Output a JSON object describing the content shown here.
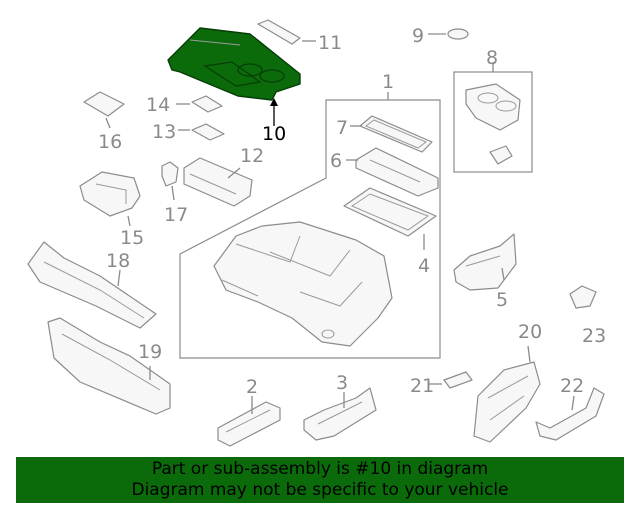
{
  "colors": {
    "highlight": "#0b6b0b",
    "line": "#8c8c8c",
    "callout_text": "#8a8a8a"
  },
  "callouts": {
    "c1": "1",
    "c2": "2",
    "c3": "3",
    "c4": "4",
    "c5": "5",
    "c6": "6",
    "c7": "7",
    "c8": "8",
    "c9": "9",
    "c10": "10",
    "c11": "11",
    "c12": "12",
    "c13": "13",
    "c14": "14",
    "c15": "15",
    "c16": "16",
    "c17": "17",
    "c18": "18",
    "c19": "19",
    "c20": "20",
    "c21": "21",
    "c22": "22",
    "c23": "23"
  },
  "highlighted_part": "10",
  "footer": {
    "line1": "Part or sub-assembly is #10 in diagram",
    "line2": "Diagram may not be specific to your vehicle"
  }
}
